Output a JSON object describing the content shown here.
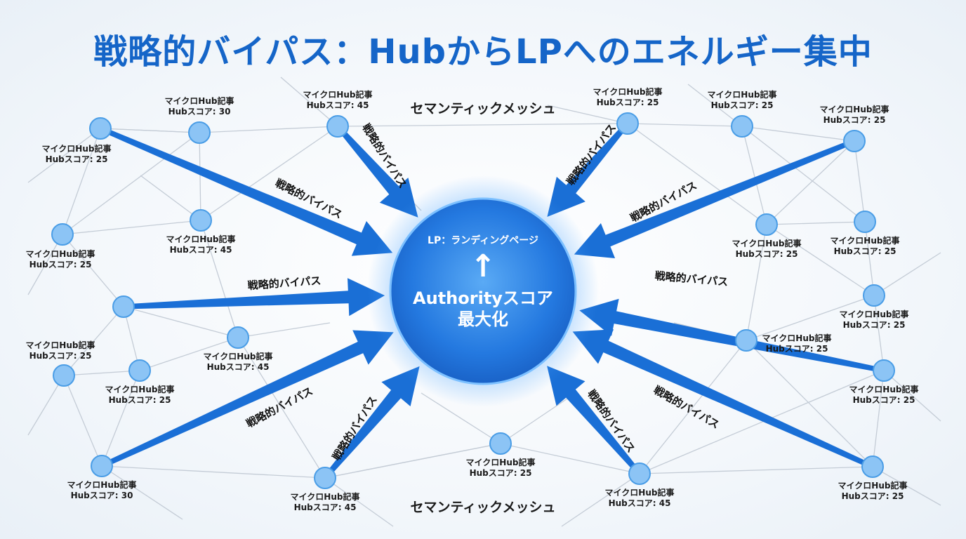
{
  "title": "戦略的バイパス：HubからLPへのエネルギー集中",
  "mesh_label_top": "セマンティックメッシュ",
  "mesh_label_bottom": "セマンティックメッシュ",
  "center": {
    "lp_label": "LP：ランディングページ",
    "arrow": "↑",
    "authority_label": "Authorityスコア",
    "max_label": "最大化"
  },
  "bypass_label": "戦略的バイパス",
  "node_title": "マイクロHub記事",
  "nodes": [
    {
      "id": "n1",
      "score": "Hubスコア: 25",
      "bypass": true
    },
    {
      "id": "n2",
      "score": "Hubスコア: 30",
      "bypass": false
    },
    {
      "id": "n3",
      "score": "Hubスコア: 45",
      "bypass": true
    },
    {
      "id": "n4",
      "score": "Hubスコア: 25",
      "bypass": true
    },
    {
      "id": "n5",
      "score": "Hubスコア: 25",
      "bypass": false
    },
    {
      "id": "n6",
      "score": "Hubスコア: 25",
      "bypass": true
    },
    {
      "id": "n7",
      "score": "Hubスコア: 25",
      "bypass": false
    },
    {
      "id": "n8",
      "score": "Hubスコア: 45",
      "bypass": false
    },
    {
      "id": "n9",
      "score": "Hubスコア: 25",
      "bypass": false
    },
    {
      "id": "n10",
      "score": "Hubスコア: 25",
      "bypass": false
    },
    {
      "id": "n11",
      "score": "Hubスコア: 25",
      "bypass": true
    },
    {
      "id": "n12",
      "score": "Hubスコア: 45",
      "bypass": false
    },
    {
      "id": "n13",
      "score": "Hubスコア: 25",
      "bypass": false
    },
    {
      "id": "n14",
      "score": "Hubスコア: 25",
      "bypass": false
    },
    {
      "id": "n15",
      "score": "Hubスコア: 25",
      "bypass": false
    },
    {
      "id": "n16",
      "score": "Hubスコア: 25",
      "bypass": false
    },
    {
      "id": "n17",
      "score": "Hubスコア: 30",
      "bypass": true
    },
    {
      "id": "n18",
      "score": "Hubスコア: 45",
      "bypass": true
    },
    {
      "id": "n19",
      "score": "Hubスコア: 25",
      "bypass": false
    },
    {
      "id": "n20",
      "score": "Hubスコア: 45",
      "bypass": true
    },
    {
      "id": "n21",
      "score": "Hubスコア: 25",
      "bypass": true
    },
    {
      "id": "n22",
      "score": "Hubスコア: 25",
      "bypass": true
    }
  ],
  "colors": {
    "title": "#1565c8",
    "arrow": "#1a6fd6",
    "node_fill": "#8cc4f5",
    "node_stroke": "#4a9de6",
    "mesh_line": "#c4ccd6",
    "center_core": "#2f86e8"
  }
}
